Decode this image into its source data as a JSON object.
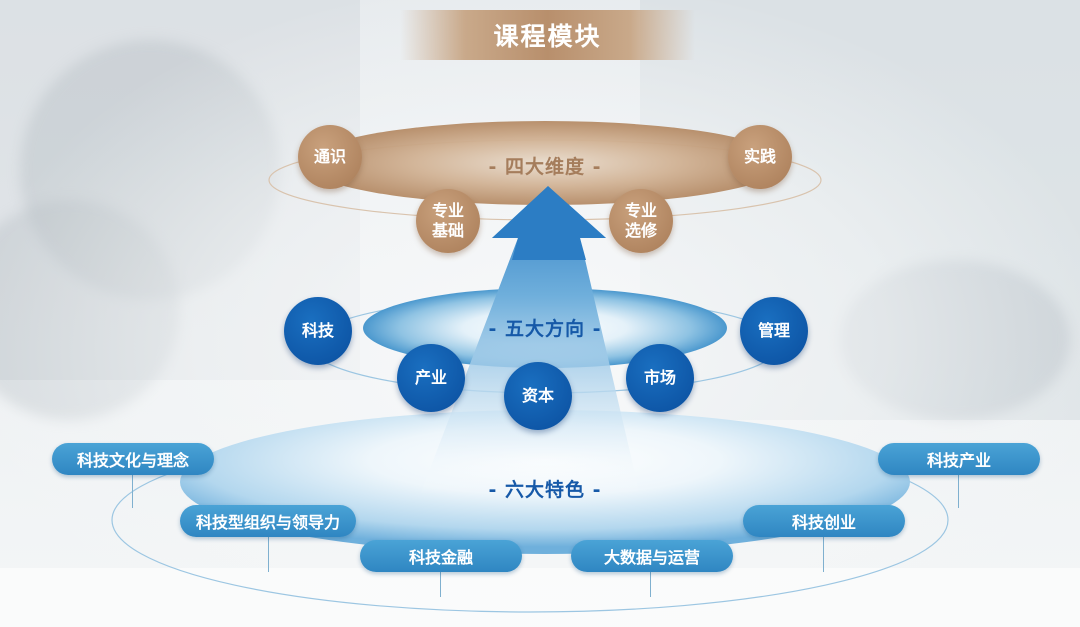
{
  "title": "课程模块",
  "layers": {
    "top": {
      "label": "- 四大维度 -",
      "items": [
        "通识",
        "专业\n基础",
        "专业\n选修",
        "实践"
      ]
    },
    "middle": {
      "label": "- 五大方向 -",
      "items": [
        "科技",
        "产业",
        "资本",
        "市场",
        "管理"
      ]
    },
    "bottom": {
      "label": "- 六大特色 -",
      "items": [
        "科技文化与理念",
        "科技型组织与领导力",
        "科技金融",
        "大数据与运营",
        "科技创业",
        "科技产业"
      ]
    }
  },
  "colors": {
    "brown": "#b08360",
    "blue_dark": "#0d55a4",
    "blue_light": "#3a93cc",
    "title_bg": "#b88f6c"
  }
}
